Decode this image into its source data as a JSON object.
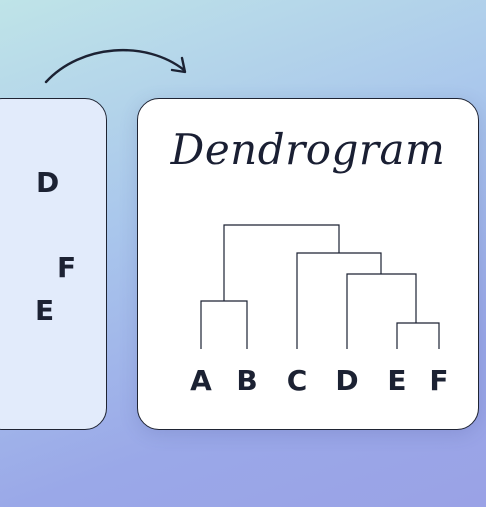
{
  "left_card": {
    "letters": [
      {
        "id": "d",
        "text": "D"
      },
      {
        "id": "f",
        "text": "F"
      },
      {
        "id": "e",
        "text": "E"
      }
    ]
  },
  "right_card": {
    "title": "Dendrogram",
    "leaves": [
      "A",
      "B",
      "C",
      "D",
      "E",
      "F"
    ]
  },
  "colors": {
    "ink": "#1c2233",
    "card_left": "#e2ebfb",
    "card_right": "#ffffff"
  }
}
